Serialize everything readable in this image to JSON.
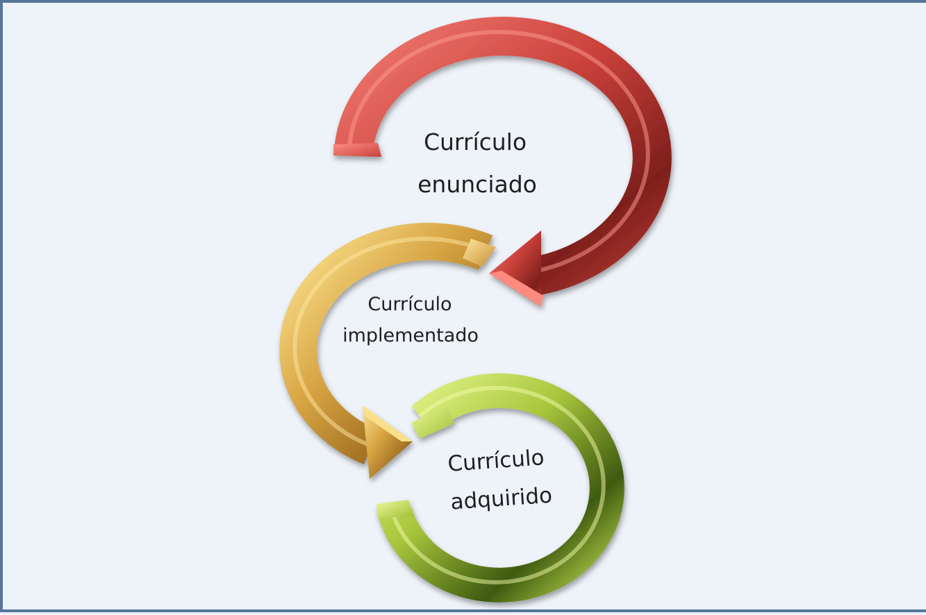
{
  "diagram": {
    "stages": [
      {
        "id": "enunciado",
        "line1": "Currículo",
        "line2": "enunciado",
        "color": "#d4473f"
      },
      {
        "id": "implementado",
        "line1": "Currículo",
        "line2": "implementado",
        "color": "#deaa48"
      },
      {
        "id": "adquirido",
        "line1": "Currículo",
        "line2": "adquirido",
        "color": "#9cc23a"
      }
    ]
  }
}
